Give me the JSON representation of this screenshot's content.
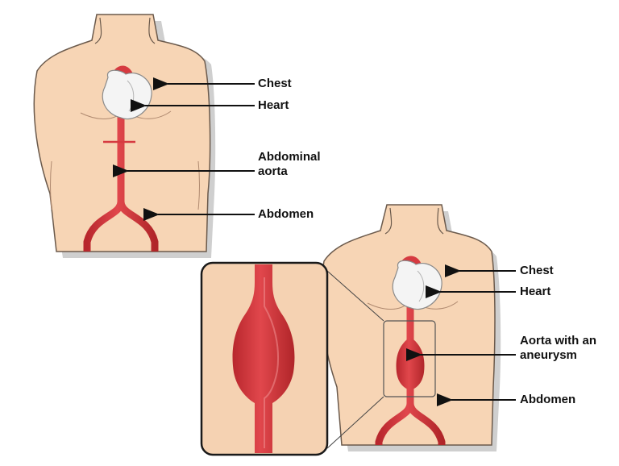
{
  "colors": {
    "skin": "#f7d5b5",
    "skin_outline": "#6b5a4c",
    "shadow": "#cfcfcf",
    "aorta": "#d63a40",
    "aorta_outline": "#7a1f22",
    "heart": "#f4f4f4",
    "inset_bg": "#f5d2b2",
    "line": "#111111"
  },
  "diagram_normal": {
    "labels": {
      "chest": "Chest",
      "heart": "Heart",
      "aorta_line1": "Abdominal",
      "aorta_line2": "aorta",
      "abdomen": "Abdomen"
    }
  },
  "diagram_aneurysm": {
    "labels": {
      "chest": "Chest",
      "heart": "Heart",
      "aorta_line1": "Aorta with an",
      "aorta_line2": "aneurysm",
      "abdomen": "Abdomen"
    },
    "inset_icon": "magnified-aneurysm"
  }
}
